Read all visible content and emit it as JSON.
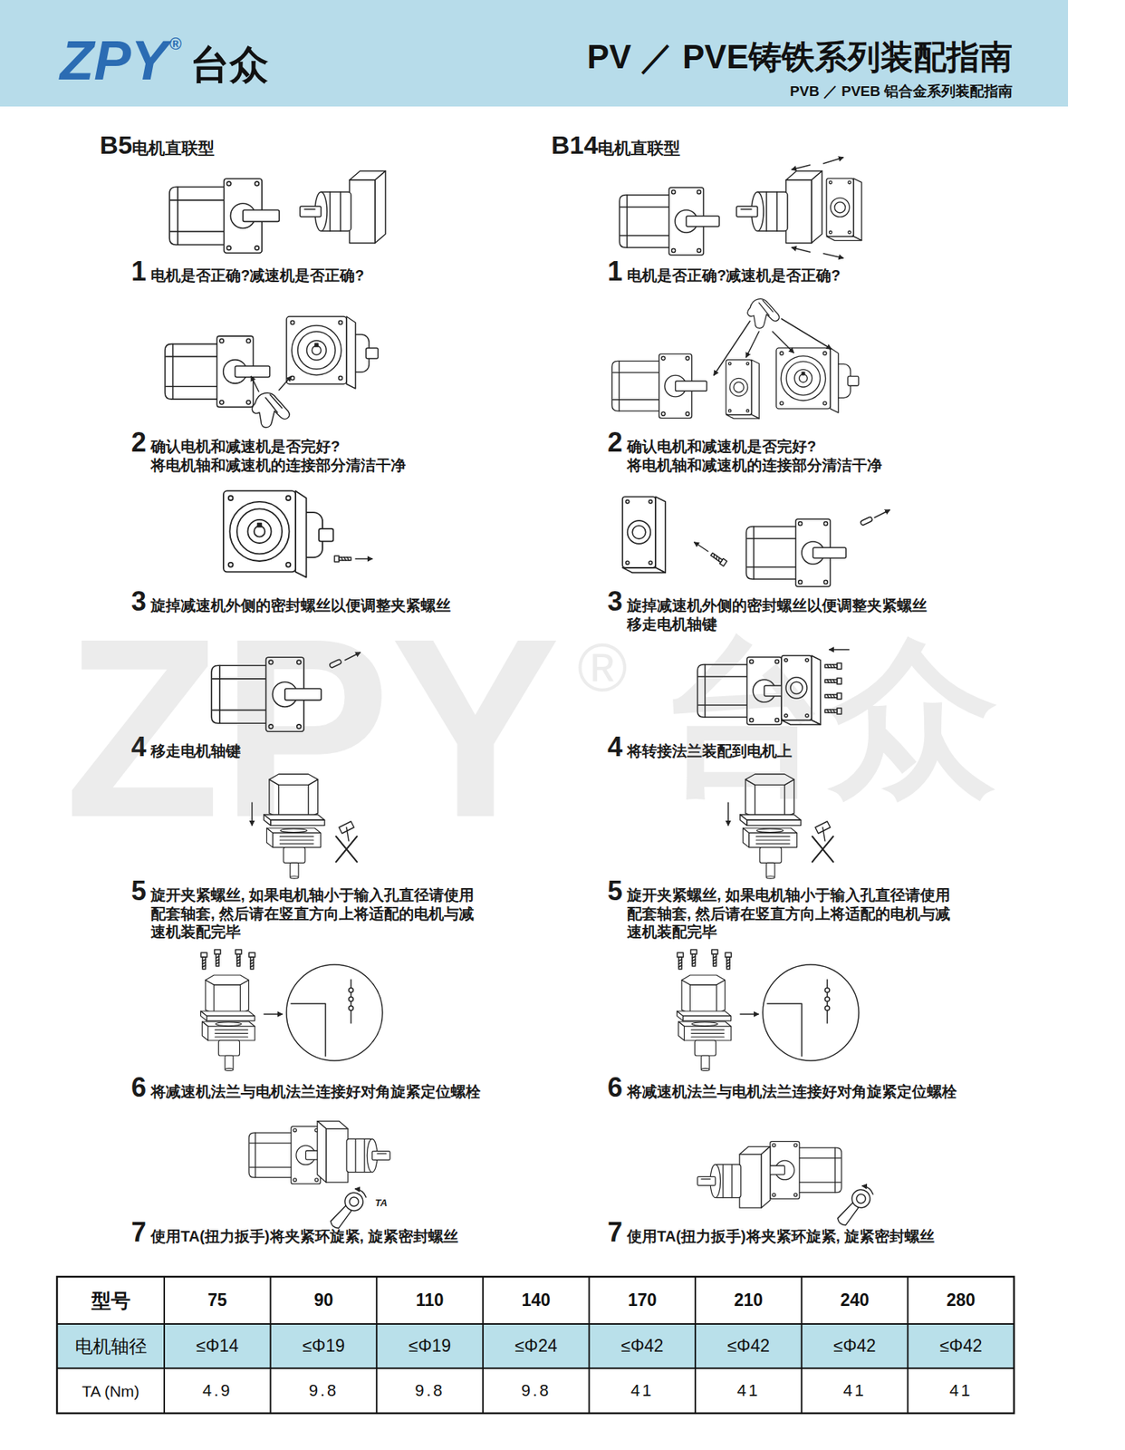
{
  "diagram": {
    "title": "PV ／ PVE铸铁系列装配指南",
    "nodes": [
      {
        "text": [
          "ZPY",
          "®",
          "台众",
          "PVB ／ PVEB 铝合金系列装配指南"
        ]
      }
    ],
    "labels": [
      "B5",
      "电机直联型",
      "B14",
      "电机直联型",
      "1",
      "电机是否正确?减速机是否正确?",
      "2",
      "确认电机和减速机是否完好?",
      "将电机轴和减速机的连接部分清洁干净",
      "3",
      "旋掉减速机外侧的密封螺丝以便调整夹紧螺丝",
      "4",
      "移走电机轴键",
      "5",
      "旋开夹紧螺丝, 如果电机轴小于输入孔直径请使用 配套轴套, 然后请在竖直方向上将适配的电机与减 速机装配完毕",
      "6",
      "将减速机法兰与电机法兰连接好对角旋紧定位螺栓",
      "7",
      "使用TA(扭力扳手)将夹紧环旋紧, 旋紧密封螺丝",
      "1",
      "电机是否正确?减速机是否正确?",
      "2",
      "确认电机和减速机是否完好?",
      "将电机轴和减速机的连接部分清洁干净",
      "3",
      "旋掉减速机外侧的密封螺丝以便调整夹紧螺丝",
      "移走电机轴键",
      "4",
      "将转接法兰装配到电机上",
      "5",
      "旋开夹紧螺丝, 如果电机轴小于输入孔直径请使用 配套轴套, 然后请在竖直方向上将适配的电机与减 速机装配完毕",
      "6",
      "将减速机法兰与电机法兰连接好对角旋紧定位螺栓",
      "7",
      "使用TA(扭力扳手)将夹紧环旋紧, 旋紧密封螺丝",
      "TA",
      "ZPY",
      "®",
      "台众",
      "型号",
      "75",
      "90",
      "110",
      "140",
      "170",
      "210",
      "240",
      "280",
      "电机轴径",
      "≤Φ14",
      "≤Φ19",
      "≤Φ19",
      "≤Φ24",
      "≤Φ42",
      "≤Φ42",
      "≤Φ42",
      "≤Φ42",
      "TA (Nm)",
      "4.9",
      "9.8",
      "9.8",
      "9.8",
      "41",
      "41",
      "41",
      "41"
    ]
  }
}
